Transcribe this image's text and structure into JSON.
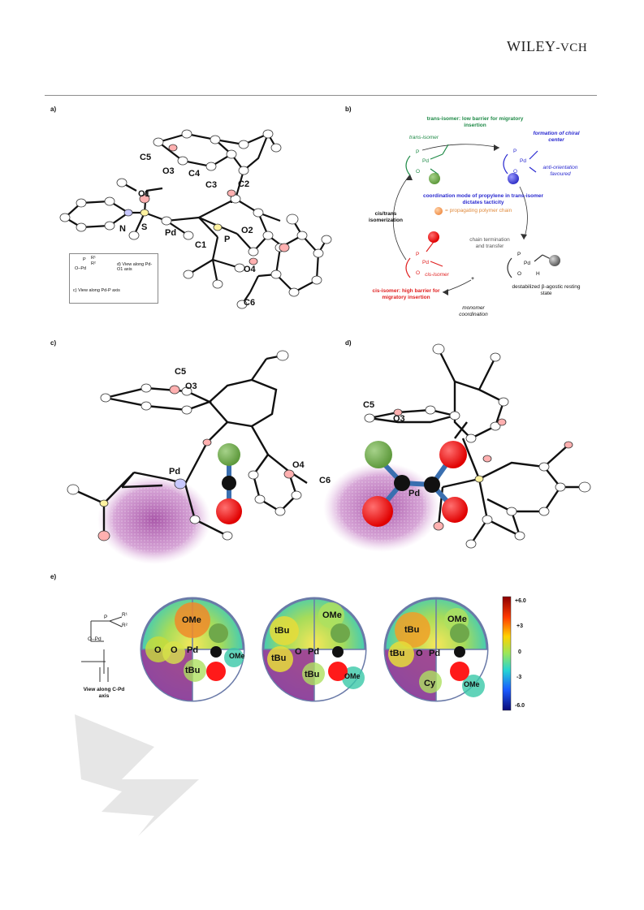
{
  "header": {
    "publisher_main": "WILEY",
    "publisher_suffix": "-VCH"
  },
  "panel_labels": [
    "a)",
    "b)",
    "c)",
    "d)",
    "e)"
  ],
  "panel_a": {
    "atoms": [
      "C5",
      "O3",
      "C4",
      "C3",
      "C2",
      "O1",
      "N",
      "S",
      "Pd",
      "C1",
      "P",
      "O2",
      "O4",
      "C6"
    ],
    "inset": {
      "r1": "R¹",
      "r2": "R²",
      "p": "P",
      "pd": "O–Pd",
      "view_d": "d) View along Pd-O1 axis",
      "view_c": "c) View along Pd-P axis"
    }
  },
  "panel_b": {
    "trans_title": "trans-isomer: low barrier for migratory insertion",
    "trans_label": "trans-isomer",
    "chiral": "formation of chiral center",
    "anti": "anti-orientation favoured",
    "coordination": "coordination mode of propylene in trans-isomer dictates tacticity",
    "isomerization": "cis/trans isomerization",
    "chain_note": "= propagating polymer chain",
    "termination": "chain termination and transfer",
    "cis_label": "cis-isomer",
    "cis_title": "cis-isomer: high barrier for migratory insertion",
    "plus": "+",
    "monomer": "monomer coordination",
    "resting": "destabilized β-agostic resting state",
    "P": "P",
    "Pd": "Pd",
    "O": "O",
    "H": "H"
  },
  "panel_c": {
    "atoms": [
      "C5",
      "O3",
      "Pd",
      "O4",
      "C6"
    ]
  },
  "panel_d": {
    "atoms": [
      "C5",
      "O3",
      "Pd"
    ]
  },
  "panel_e": {
    "scheme": {
      "r1": "R¹",
      "r2": "R²",
      "p": "P",
      "opd": "O–Pd",
      "view": "View along C-Pd axis"
    },
    "maps": [
      {
        "labels": [
          "OMe",
          "O",
          "O",
          "Pd",
          "tBu",
          "OMe"
        ]
      },
      {
        "labels": [
          "OMe",
          "tBu",
          "tBu",
          "O",
          "Pd",
          "tBu",
          "OMe"
        ]
      },
      {
        "labels": [
          "tBu",
          "OMe",
          "tBu",
          "O",
          "Pd",
          "Cy",
          "OMe"
        ]
      }
    ],
    "scale": {
      "ticks": [
        "+6.0",
        "+3",
        "0",
        "-3",
        "-6.0"
      ]
    }
  },
  "colors": {
    "purple_shade": "#9a3a9a",
    "sphere_green": "#6fa84a",
    "sphere_red": "#ff1a1a",
    "sphere_black": "#111111",
    "bond_blue": "#3a6fb0",
    "atom_pd": "#8f8fd8"
  }
}
